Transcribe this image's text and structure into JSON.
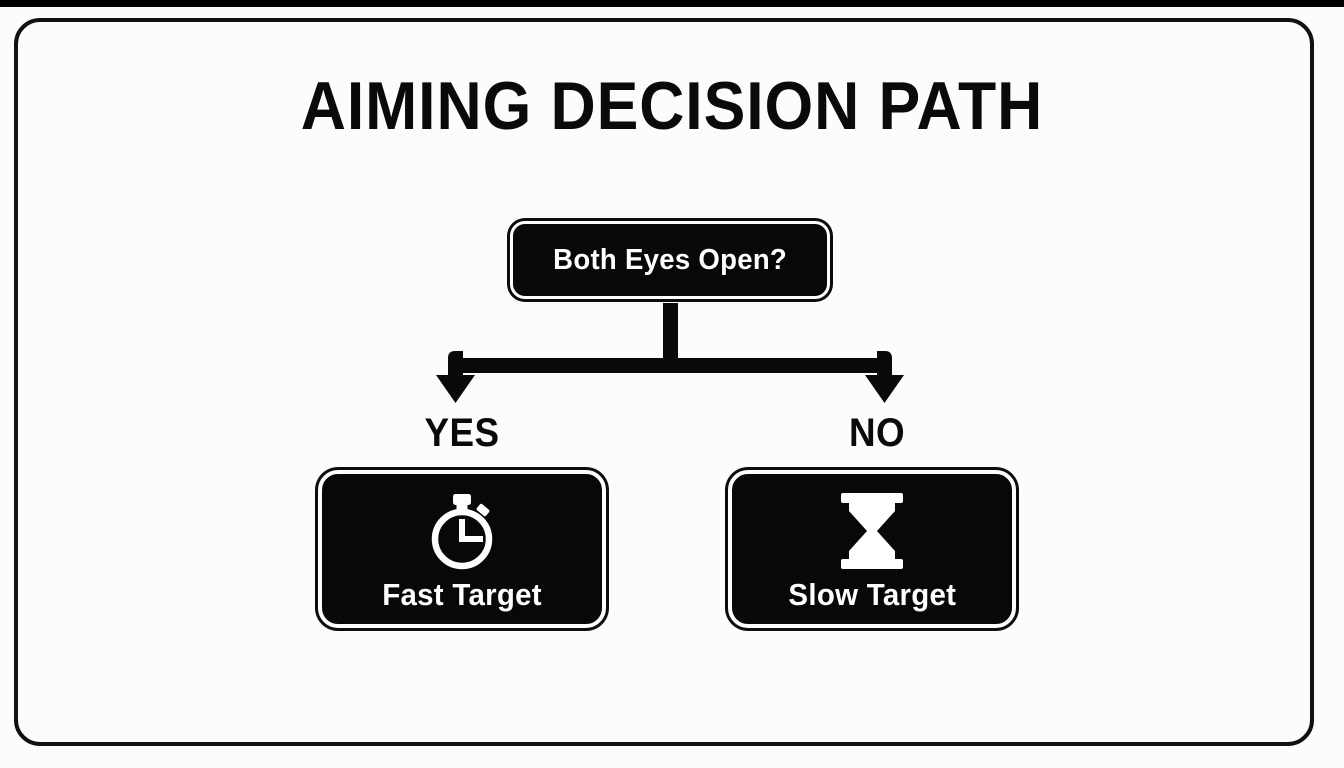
{
  "page": {
    "title": "AIMING DECISION PATH",
    "background_color": "#fcfcfc",
    "frame_color": "#111111",
    "node_fill": "#080808",
    "node_text_color": "#ffffff",
    "label_color": "#0a0a0a"
  },
  "flow": {
    "decision": {
      "label": "Both Eyes Open?",
      "shape": "rounded-rect",
      "fill": "#080808"
    },
    "branches": [
      {
        "label": "YES",
        "direction": "left",
        "outcome": {
          "label": "Fast Target",
          "icon": "stopwatch-icon"
        }
      },
      {
        "label": "NO",
        "direction": "right",
        "outcome": {
          "label": "Slow Target",
          "icon": "hourglass-icon"
        }
      }
    ]
  }
}
